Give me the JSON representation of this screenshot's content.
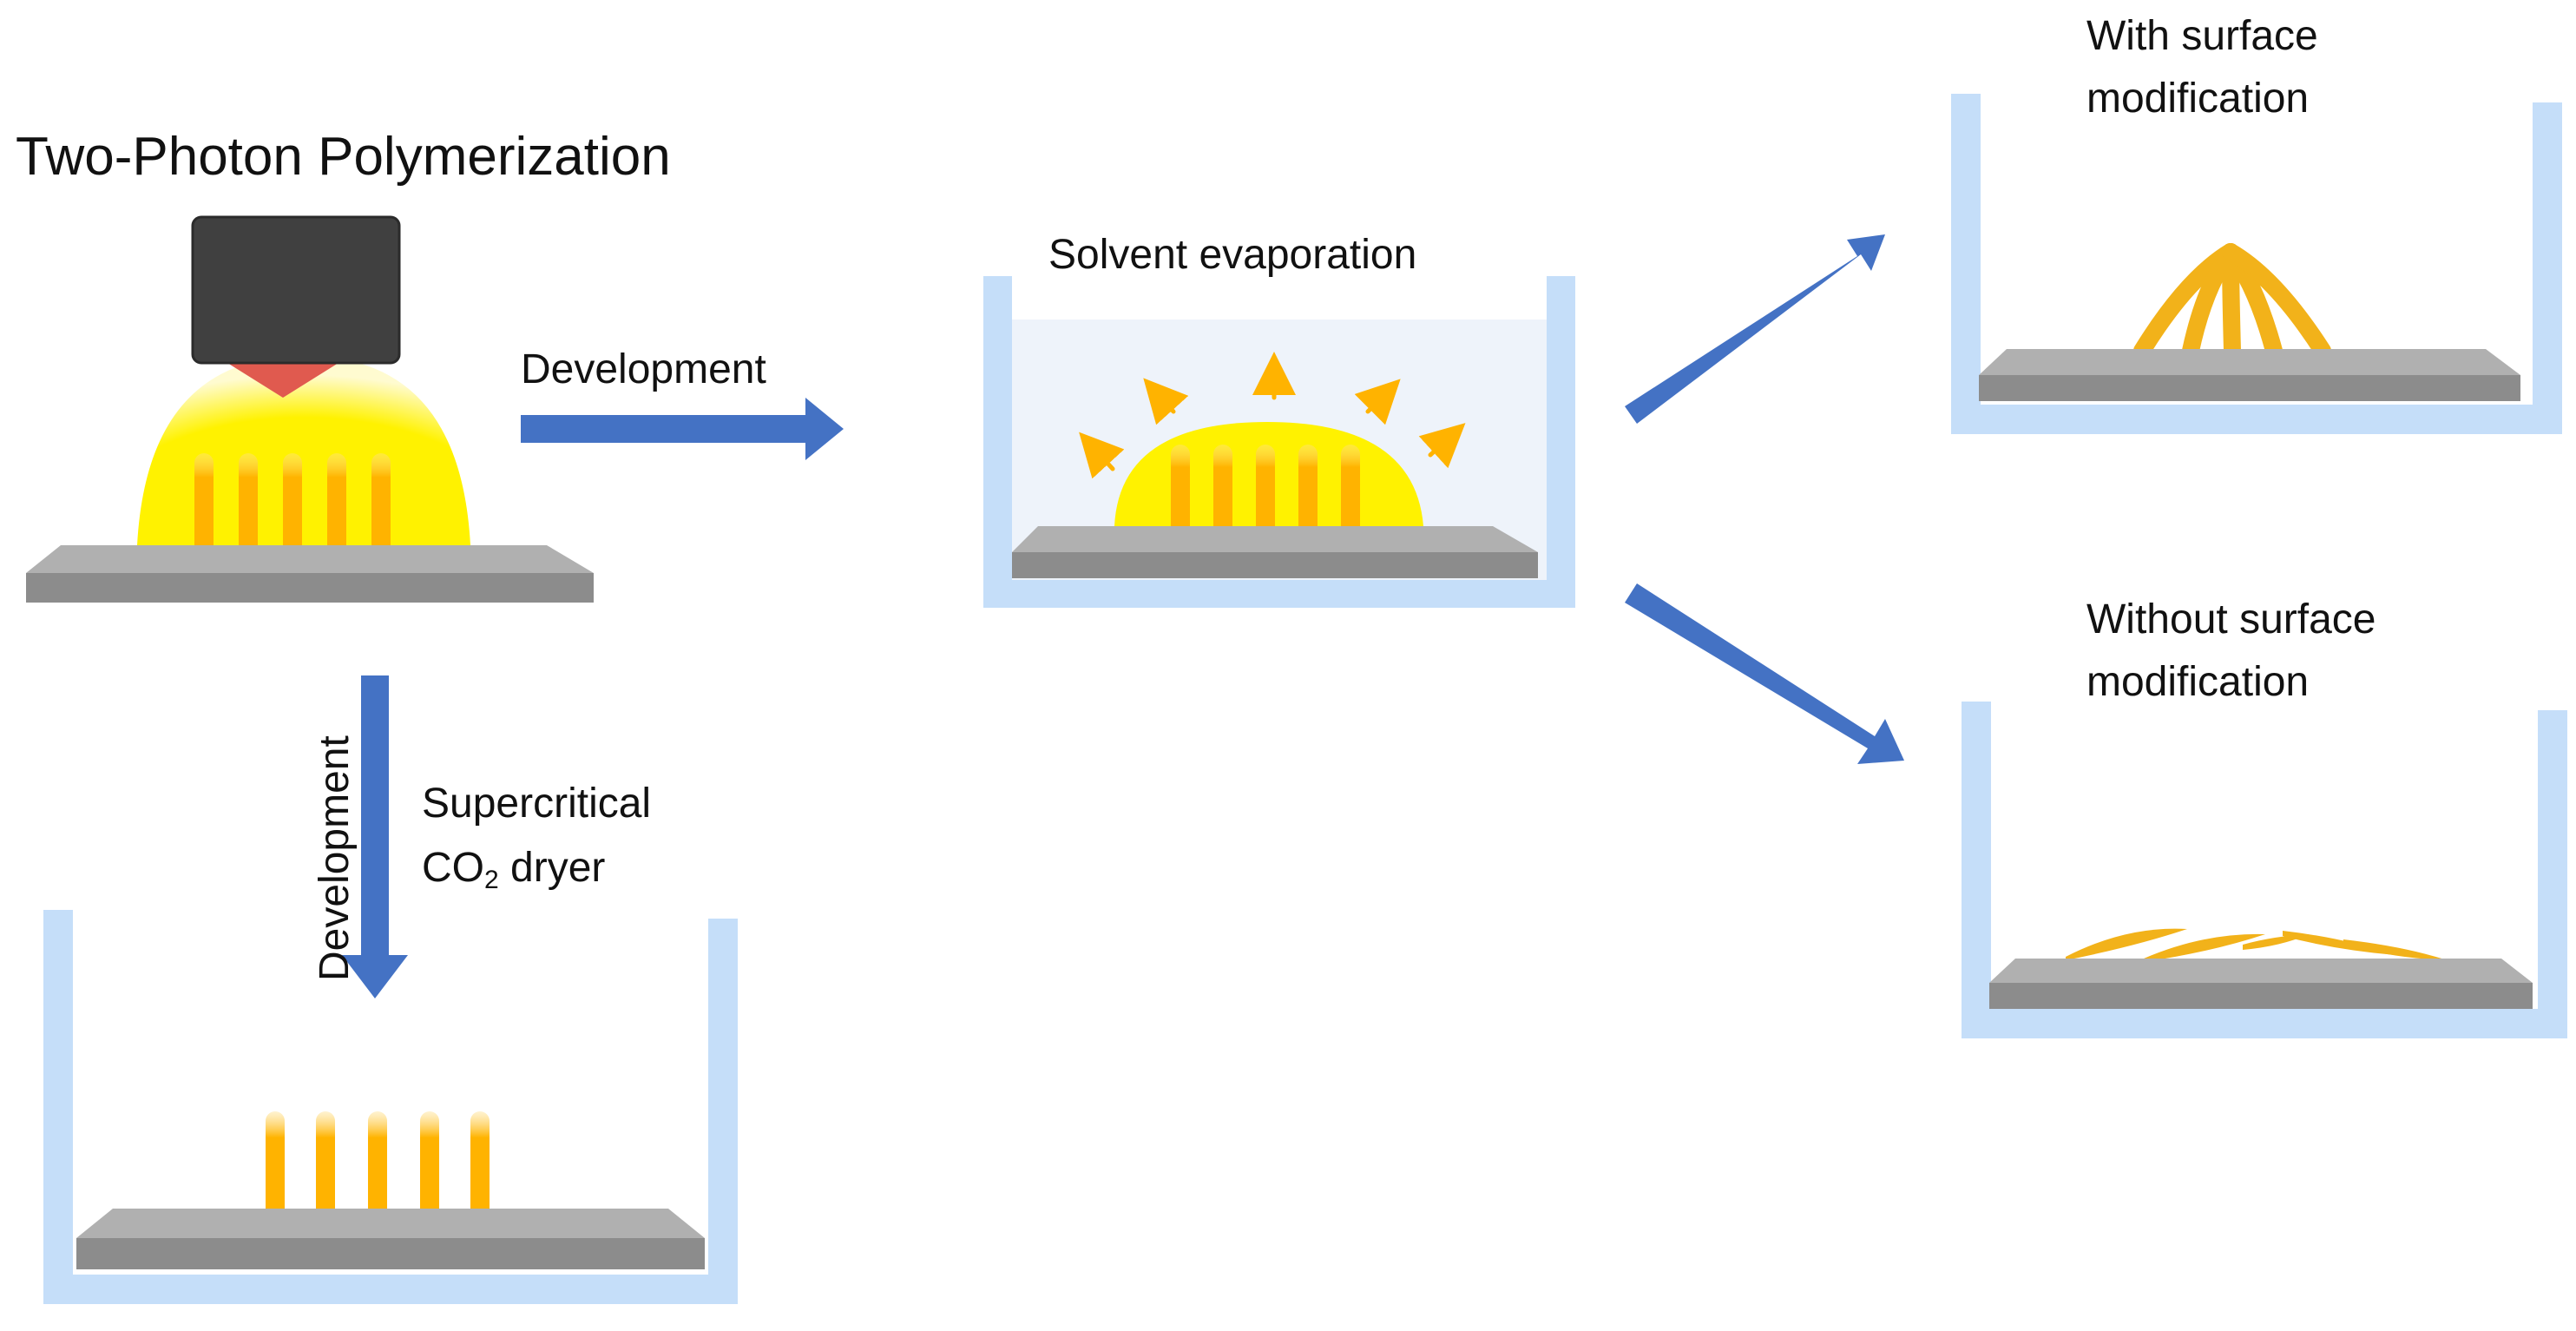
{
  "diagram": {
    "title": "Two-Photon Polymerization",
    "labels": {
      "development_horizontal": "Development",
      "development_vertical": "Development",
      "supercritical_line1": "Supercritical",
      "supercritical_co": "CO",
      "supercritical_sub": "2",
      "supercritical_tail": " dryer",
      "solvent_evaporation": "Solvent evaporation",
      "with_line1": "With surface",
      "with_line2": "modification",
      "without_line1": "Without surface",
      "without_line2": "modification"
    },
    "colors": {
      "substrate_top": "#b0b0b0",
      "substrate_side": "#8c8c8c",
      "pillar": "#ffb300",
      "pillar_light": "#ffd54f",
      "droplet": "#fff200",
      "container": "#c5def9",
      "solvent": "#eef3fa",
      "arrow": "#4472c4",
      "objective": "#404040",
      "laser": "#e05a4f"
    }
  }
}
